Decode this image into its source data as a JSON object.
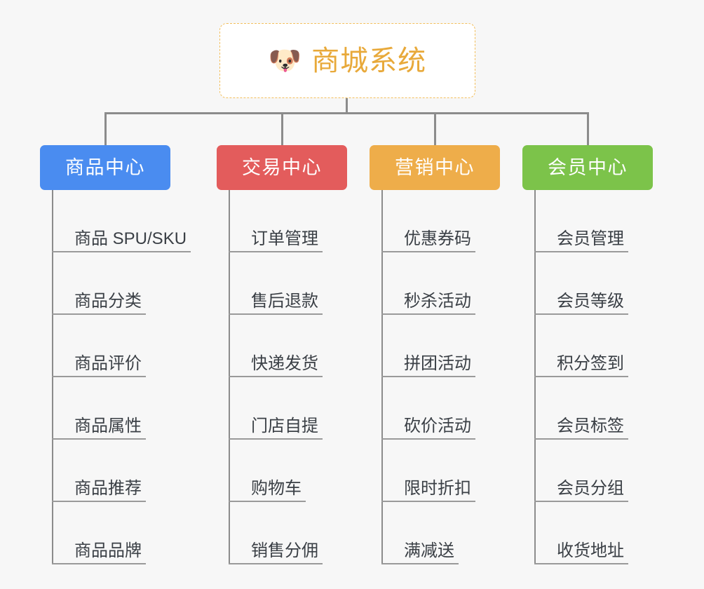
{
  "page": {
    "background_color": "#f7f7f7",
    "connector_color": "#8c8c8c",
    "leaf_underline_color": "#9a9a9a",
    "leaf_text_color": "#3a3f45"
  },
  "root": {
    "icon": "shiba-dog-face-emoji",
    "icon_glyph": "🐶",
    "title": "商城系统",
    "title_color": "#e8a93a",
    "border_color": "#f3bf5c",
    "background_color": "#ffffff"
  },
  "columns": [
    {
      "id": "product-center",
      "title": "商品中心",
      "color": "#4a8cf0",
      "items": [
        "商品 SPU/SKU",
        "商品分类",
        "商品评价",
        "商品属性",
        "商品推荐",
        "商品品牌"
      ]
    },
    {
      "id": "trade-center",
      "title": "交易中心",
      "color": "#e35c5c",
      "items": [
        "订单管理",
        "售后退款",
        "快递发货",
        "门店自提",
        "购物车",
        "销售分佣"
      ]
    },
    {
      "id": "marketing-center",
      "title": "营销中心",
      "color": "#eead4a",
      "items": [
        "优惠券码",
        "秒杀活动",
        "拼团活动",
        "砍价活动",
        "限时折扣",
        "满减送"
      ]
    },
    {
      "id": "member-center",
      "title": "会员中心",
      "color": "#7cc34a",
      "items": [
        "会员管理",
        "会员等级",
        "积分签到",
        "会员标签",
        "会员分组",
        "收货地址"
      ]
    }
  ]
}
